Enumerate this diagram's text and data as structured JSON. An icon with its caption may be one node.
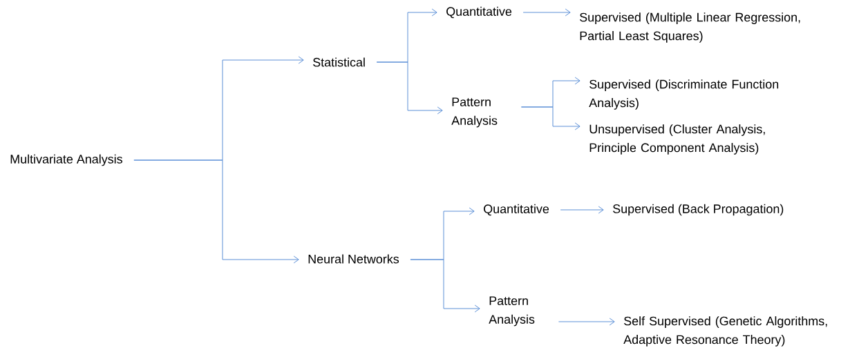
{
  "diagram": {
    "nodes": [
      {
        "text": [
          "Multivariate Analysis"
        ]
      },
      {
        "text": [
          "Statistical"
        ]
      },
      {
        "text": [
          "Neural Networks"
        ]
      },
      {
        "text": [
          "Quantitative"
        ]
      },
      {
        "text": [
          "Pattern Analysis"
        ]
      },
      {
        "text": [
          "Supervised (Multiple Linear Regression, Partial Least Squares)"
        ]
      },
      {
        "text": [
          "Supervised (Discriminate Function Analysis)"
        ]
      },
      {
        "text": [
          "Unsupervised (Cluster Analysis, Principle Component Analysis)"
        ]
      },
      {
        "text": [
          "Quantitative"
        ]
      },
      {
        "text": [
          "Pattern Analysis"
        ]
      },
      {
        "text": [
          "Supervised (Back Propagation)"
        ]
      },
      {
        "text": [
          "Self Supervised (Genetic Algorithms, Adaptive Resonance Theory)"
        ]
      }
    ],
    "edges": [
      {
        "from": 0,
        "to": 1,
        "arrow": "to"
      },
      {
        "from": 0,
        "to": 2,
        "arrow": "to"
      },
      {
        "from": 1,
        "to": 3,
        "arrow": "to"
      },
      {
        "from": 1,
        "to": 4,
        "arrow": "to"
      },
      {
        "from": 3,
        "to": 5,
        "arrow": "to"
      },
      {
        "from": 4,
        "to": 6,
        "arrow": "to"
      },
      {
        "from": 4,
        "to": 7,
        "arrow": "to"
      },
      {
        "from": 2,
        "to": 8,
        "arrow": "to"
      },
      {
        "from": 2,
        "to": 9,
        "arrow": "to"
      },
      {
        "from": 8,
        "to": 10,
        "arrow": "to"
      },
      {
        "from": 9,
        "to": 11,
        "arrow": "to"
      }
    ]
  }
}
